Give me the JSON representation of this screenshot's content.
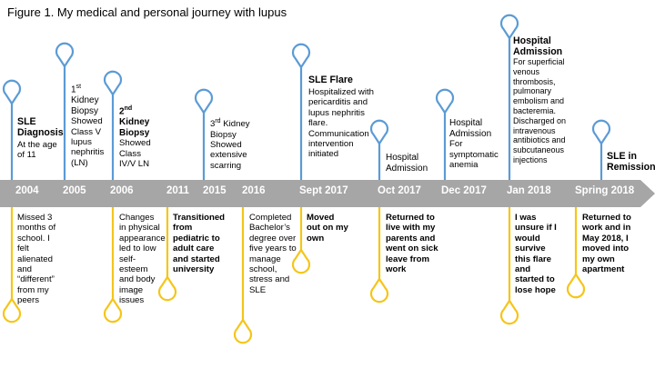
{
  "title": "Figure 1. My medical and personal journey with lupus",
  "colors": {
    "timeline": "#a6a6a6",
    "upper_pin": "#5b9bd5",
    "lower_pin": "#f5c518",
    "year_text": "#ffffff"
  },
  "years": [
    "2004",
    "2005",
    "2006",
    "2011",
    "2015",
    "2016",
    "Sept 2017",
    "Oct 2017",
    "Dec 2017",
    "Jan 2018",
    "Spring 2018"
  ],
  "upper_events": {
    "e2004": {
      "title": "SLE Diagnosis",
      "body": "At the age of 11"
    },
    "e2005": {
      "sup": "st",
      "title_a": "1",
      "title_b": "Kidney Biopsy",
      "body": "Showed Class V lupus nephritis (LN)"
    },
    "e2006": {
      "title_a": "2",
      "sup": "nd",
      "title_b": "Kidney Biopsy",
      "body": "Showed Class IV/V LN"
    },
    "e2015": {
      "title_a": "3",
      "sup": "rd",
      "title_b": "Kidney Biopsy",
      "body": "Showed extensive scarring"
    },
    "esept": {
      "title": "SLE Flare",
      "body": "Hospitalized with pericarditis and lupus nephritis flare. Communication intervention initiated"
    },
    "eoct": {
      "title": "Hospital Admission"
    },
    "edec": {
      "title": "Hospital Admission",
      "body": "For symptomatic anemia"
    },
    "ejan": {
      "title": "Hospital Admission",
      "body": "For superficial venous thrombosis, pulmonary embolism and bacteremia. Discharged on intravenous antibiotics and subcutaneous injections"
    },
    "espring": {
      "title": "SLE in Remission"
    }
  },
  "lower_events": {
    "l2004": "Missed 3 months of school. I felt alienated and “different” from my peers",
    "l2006": "Changes in physical appearance led to low self-esteem and body image issues",
    "l2011": "Transitioned from pediatric to adult care and started university",
    "l2016": "Completed Bachelor’s degree over five years to manage school, stress and SLE",
    "lsept": "Moved out on my own",
    "loct": "Returned to live with my parents and went on sick leave from work",
    "ljan": "I was unsure if I would survive this flare and started to lose hope",
    "lspring": "Returned to work and in May 2018, I moved into my own apartment"
  }
}
